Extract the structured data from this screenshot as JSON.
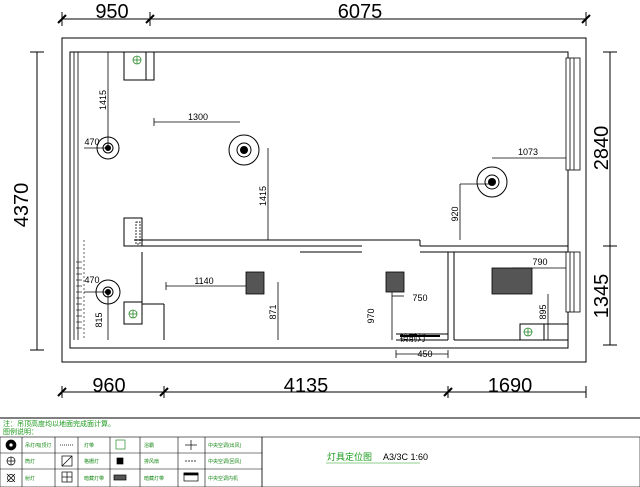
{
  "top_dims": {
    "left": "950",
    "right": "6075"
  },
  "bottom_dims": {
    "a": "960",
    "b": "4135",
    "c": "1690"
  },
  "left_dim": "4370",
  "right_dims": {
    "upper": "2840",
    "lower": "1345"
  },
  "inner_dims": {
    "d1415_top": "1415",
    "d1300": "1300",
    "d470_top": "470",
    "d1415_mid": "1415",
    "d1073": "1073",
    "d920": "920",
    "d790": "790",
    "d1140": "1140",
    "d470_bot": "470",
    "d815": "815",
    "d871": "871",
    "d970": "970",
    "d750": "750",
    "d895": "895",
    "d450": "450"
  },
  "labels": {
    "mirror_light": "镜前灯"
  },
  "notes": {
    "line1": "注：吊顶高度均以地面完成面计算。",
    "line2": "图例说明："
  },
  "legend": {
    "items": [
      {
        "label": "吊灯/吸顶灯",
        "icon": "pendant-light-icon"
      },
      {
        "label": "筒灯",
        "icon": "downlight-icon"
      },
      {
        "label": "灯带",
        "icon": "led-strip-icon"
      },
      {
        "label": "射灯",
        "icon": "spotlight-icon"
      },
      {
        "label": "格栅灯",
        "icon": "grille-light-icon"
      },
      {
        "label": "暗藏灯带",
        "icon": "hidden-strip-icon"
      },
      {
        "label": "浴霸",
        "icon": "bath-heater-icon"
      },
      {
        "label": "排风扇",
        "icon": "exhaust-fan-icon"
      },
      {
        "label": "中央空调(出风)",
        "icon": "ac-outlet-icon"
      },
      {
        "label": "中央空调(回风)",
        "icon": "ac-return-icon"
      },
      {
        "label": "中央空调内机",
        "icon": "ac-unit-icon"
      }
    ]
  },
  "title": {
    "main": "灯具定位图",
    "scale": "A3/3C 1:60"
  },
  "colors": {
    "line": "#000000",
    "accent": "#1a9a1a",
    "fixture_fill": "#555555"
  }
}
